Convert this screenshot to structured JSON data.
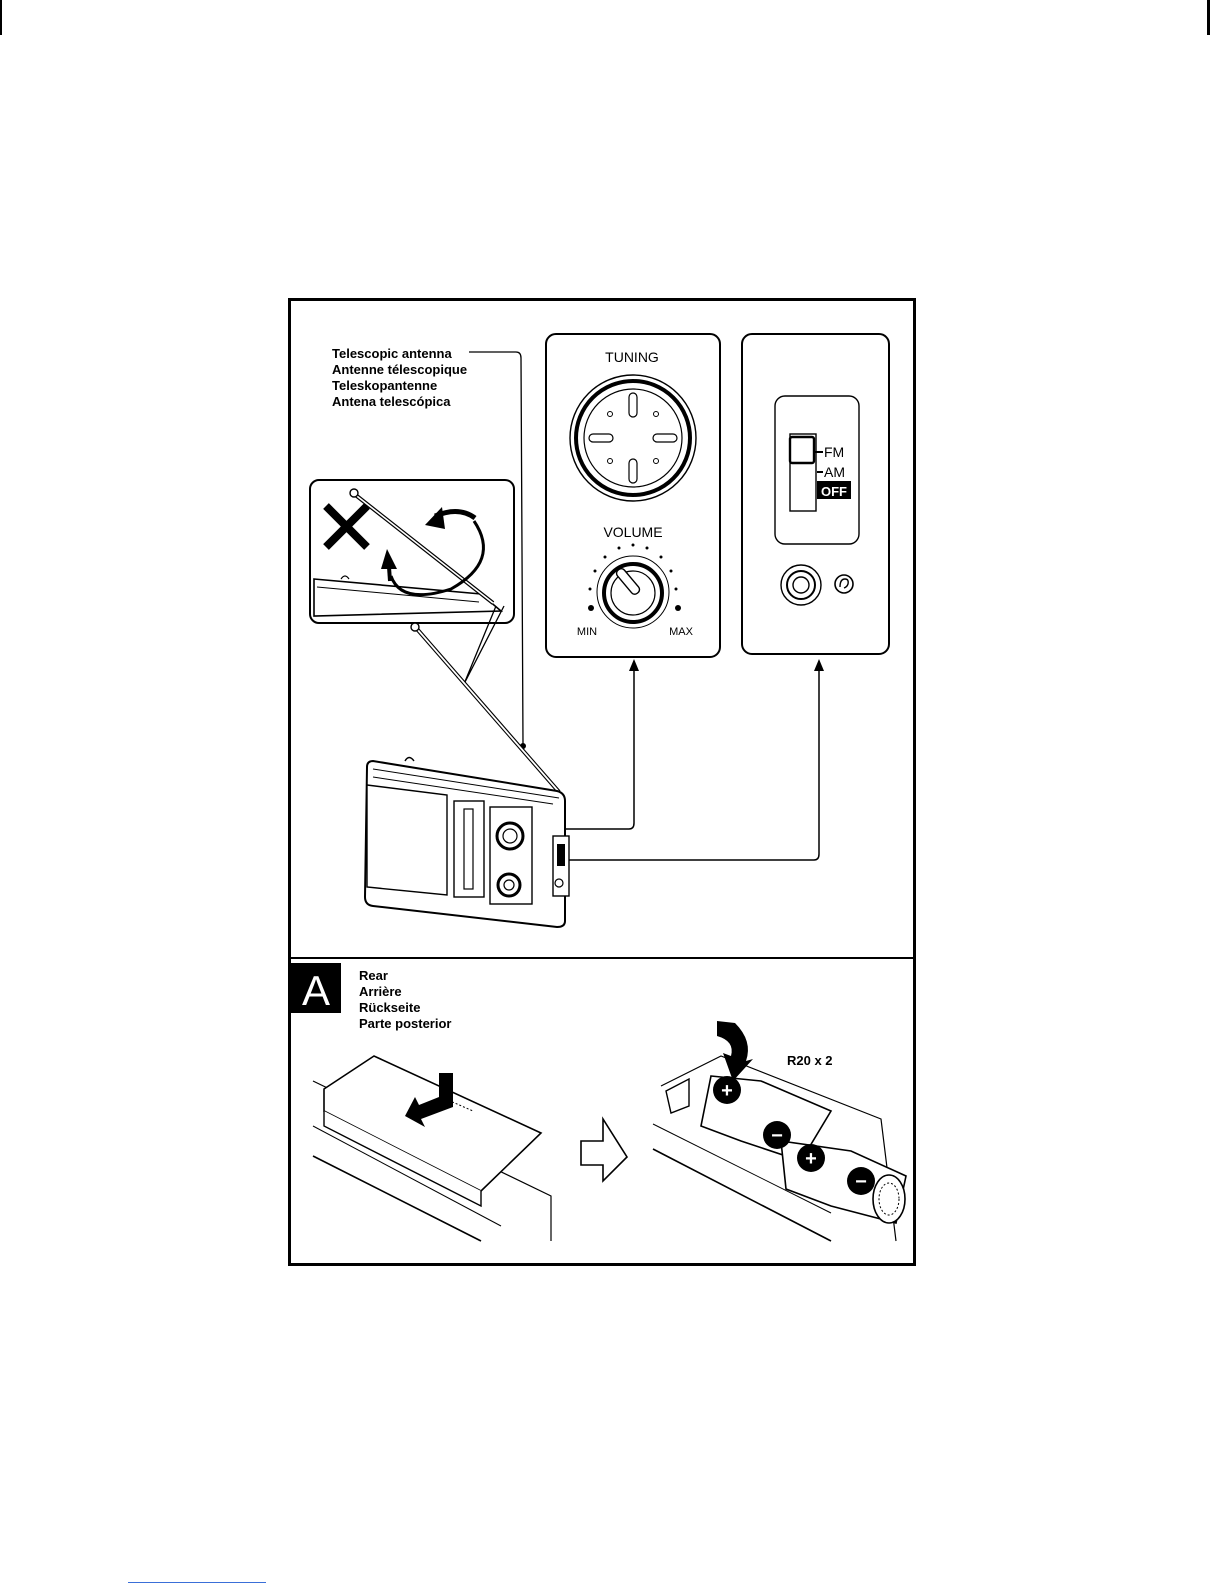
{
  "antenna_labels": {
    "en": "Telescopic antenna",
    "fr": "Antenne télescopique",
    "de": "Teleskopantenne",
    "es": "Antena telescópica"
  },
  "tuning_panel": {
    "title": "TUNING"
  },
  "volume_panel": {
    "title": "VOLUME",
    "min_label": "MIN",
    "max_label": "MAX"
  },
  "band_switch": {
    "fm": "FM",
    "am": "AM",
    "off": "OFF"
  },
  "section_a": {
    "letter": "A",
    "labels": {
      "en": "Rear",
      "fr": "Arrière",
      "de": "Rückseite",
      "es": "Parte posterior"
    }
  },
  "battery": {
    "spec": "R20 x 2",
    "plus_symbol": "+",
    "minus_symbol": "−"
  },
  "icons": [
    "no-x-icon",
    "rotate-arrow-icon",
    "right-arrow-icon",
    "headphone-icon",
    "down-arrow-icon"
  ],
  "colors": {
    "ink": "#000000",
    "paper": "#ffffff"
  }
}
